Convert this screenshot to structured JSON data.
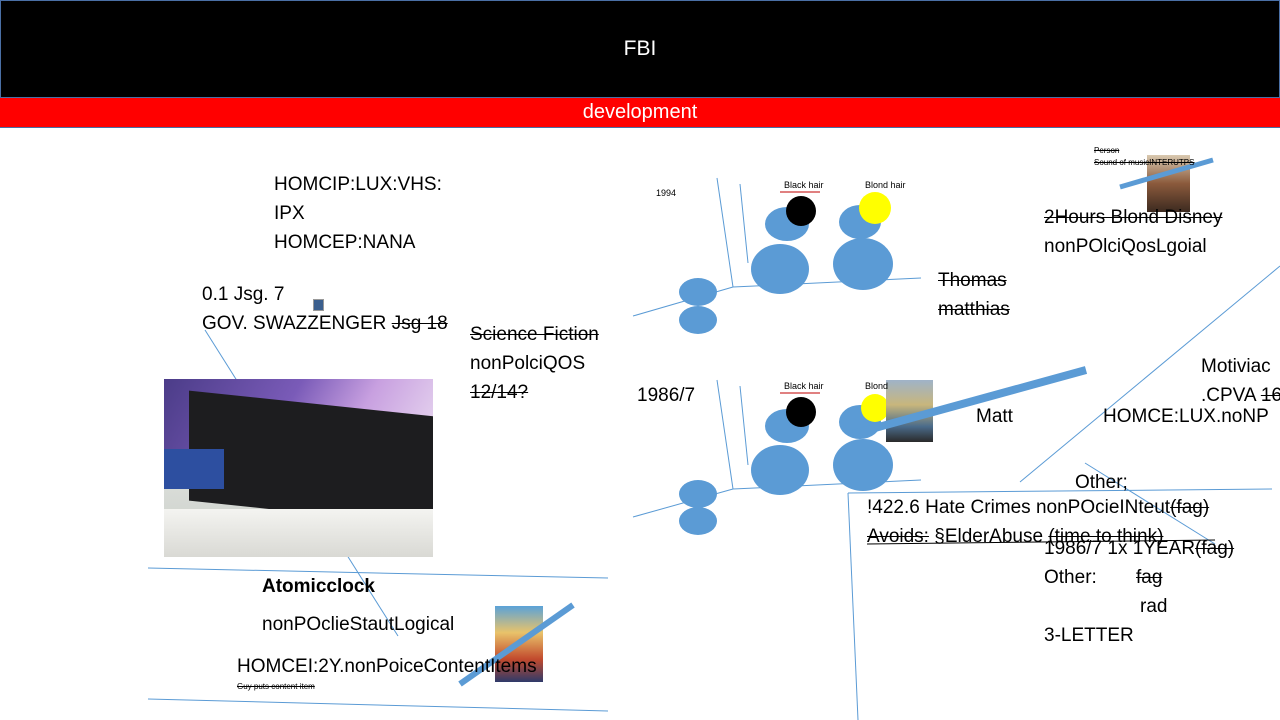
{
  "header": {
    "title": "FBI",
    "subtitle": "development"
  },
  "left": {
    "codes": [
      "HOMCIP:LUX:VHS:",
      "IPX",
      "HOMCEP:NANA"
    ],
    "jsg_line": "0.1 Jsg. 7",
    "gov_line": "GOV. SWAZZENGER",
    "gov_struck": "Jsg 18",
    "atomic_title": "Atomicclock",
    "atomic_sub": "nonPOclieStautLogical",
    "homcei": "HOMCEI:2Y.nonPoiceContentItems",
    "guy_note": "Guy puts content item"
  },
  "center": {
    "genre_struck": "Science Fiction",
    "genre_sub": "nonPolciQOS",
    "genre_rating": "12/14?",
    "year_top": "1994",
    "year_mid": "1986/7",
    "black_hair": "Black hair",
    "blond_hair_top": "Blond hair",
    "blond_hair_mid": "Blond"
  },
  "right": {
    "person_label": "Person",
    "sound_of_music": "Sound of musicINTERUTPS",
    "two_hours": "2Hours Blond Disney",
    "goal_line": "nonPOlciQosLgoial",
    "thomas": "Thomas",
    "matthias": "matthias",
    "matt": "Matt",
    "motiva": "Motiviac",
    "cpva": ".CPVA",
    "cpva_struck": "16",
    "homce_lux": "HOMCE:LUX.noNP",
    "other1": "Other;",
    "hate_line": "!422.6 Hate Crimes nonPOcieINteut",
    "hate_struck": "(fag)",
    "avoids_struck": "Avoids:",
    "elder": "§ElderAbuse",
    "elder_struck": "(time to think)",
    "year_line": "1986/7   1x 1YEAR",
    "year_struck": "(fag)",
    "other2": "Other:",
    "fag_struck": "fag",
    "rad": "rad",
    "three_letter": "3-LETTER"
  },
  "colors": {
    "title_bg": "#000000",
    "subtitle_bg": "#ff0000",
    "circle_blue": "#5b9bd5",
    "line_blue": "#5b9bd5",
    "hair_black": "#000000",
    "hair_blond": "#ffff00"
  }
}
